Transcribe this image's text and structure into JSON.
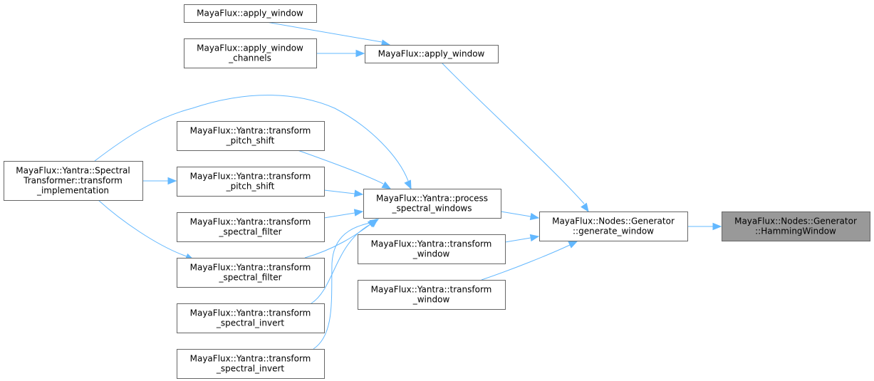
{
  "graph": {
    "type": "call-graph",
    "edge_color": "#63b8ff",
    "current_node_fill": "#999999",
    "nodes": [
      {
        "id": "hamming",
        "lines": [
          "MayaFlux::Nodes::Generator",
          "::HammingWindow"
        ],
        "current": true
      },
      {
        "id": "generate_window",
        "lines": [
          "MayaFlux::Nodes::Generator",
          "::generate_window"
        ]
      },
      {
        "id": "apply_window_mid",
        "lines": [
          "MayaFlux::apply_window"
        ]
      },
      {
        "id": "apply_window_top",
        "lines": [
          "MayaFlux::apply_window"
        ]
      },
      {
        "id": "apply_window_channels",
        "lines": [
          "MayaFlux::apply_window",
          "_channels"
        ]
      },
      {
        "id": "process_spectral_windows",
        "lines": [
          "MayaFlux::Yantra::process",
          "_spectral_windows"
        ]
      },
      {
        "id": "transform_window_1",
        "lines": [
          "MayaFlux::Yantra::transform",
          "_window"
        ]
      },
      {
        "id": "transform_window_2",
        "lines": [
          "MayaFlux::Yantra::transform",
          "_window"
        ]
      },
      {
        "id": "spectral_transformer_impl",
        "lines": [
          "MayaFlux::Yantra::Spectral",
          "Transformer::transform",
          "_implementation"
        ]
      },
      {
        "id": "pitch_shift_1",
        "lines": [
          "MayaFlux::Yantra::transform",
          "_pitch_shift"
        ]
      },
      {
        "id": "pitch_shift_2",
        "lines": [
          "MayaFlux::Yantra::transform",
          "_pitch_shift"
        ]
      },
      {
        "id": "spectral_filter_1",
        "lines": [
          "MayaFlux::Yantra::transform",
          "_spectral_filter"
        ]
      },
      {
        "id": "spectral_filter_2",
        "lines": [
          "MayaFlux::Yantra::transform",
          "_spectral_filter"
        ]
      },
      {
        "id": "spectral_invert_1",
        "lines": [
          "MayaFlux::Yantra::transform",
          "_spectral_invert"
        ]
      },
      {
        "id": "spectral_invert_2",
        "lines": [
          "MayaFlux::Yantra::transform",
          "_spectral_invert"
        ]
      }
    ],
    "edges": [
      {
        "from": "generate_window",
        "to": "hamming"
      },
      {
        "from": "apply_window_mid",
        "to": "generate_window"
      },
      {
        "from": "process_spectral_windows",
        "to": "generate_window"
      },
      {
        "from": "transform_window_1",
        "to": "generate_window"
      },
      {
        "from": "transform_window_2",
        "to": "generate_window"
      },
      {
        "from": "apply_window_top",
        "to": "apply_window_mid"
      },
      {
        "from": "apply_window_channels",
        "to": "apply_window_mid"
      },
      {
        "from": "spectral_transformer_impl",
        "to": "process_spectral_windows"
      },
      {
        "from": "pitch_shift_1",
        "to": "process_spectral_windows"
      },
      {
        "from": "pitch_shift_2",
        "to": "process_spectral_windows"
      },
      {
        "from": "spectral_filter_1",
        "to": "process_spectral_windows"
      },
      {
        "from": "spectral_filter_2",
        "to": "process_spectral_windows"
      },
      {
        "from": "spectral_invert_1",
        "to": "process_spectral_windows"
      },
      {
        "from": "spectral_invert_2",
        "to": "process_spectral_windows"
      },
      {
        "from": "spectral_transformer_impl",
        "to": "pitch_shift_2"
      },
      {
        "from": "spectral_transformer_impl",
        "to": "spectral_filter_2"
      }
    ]
  }
}
